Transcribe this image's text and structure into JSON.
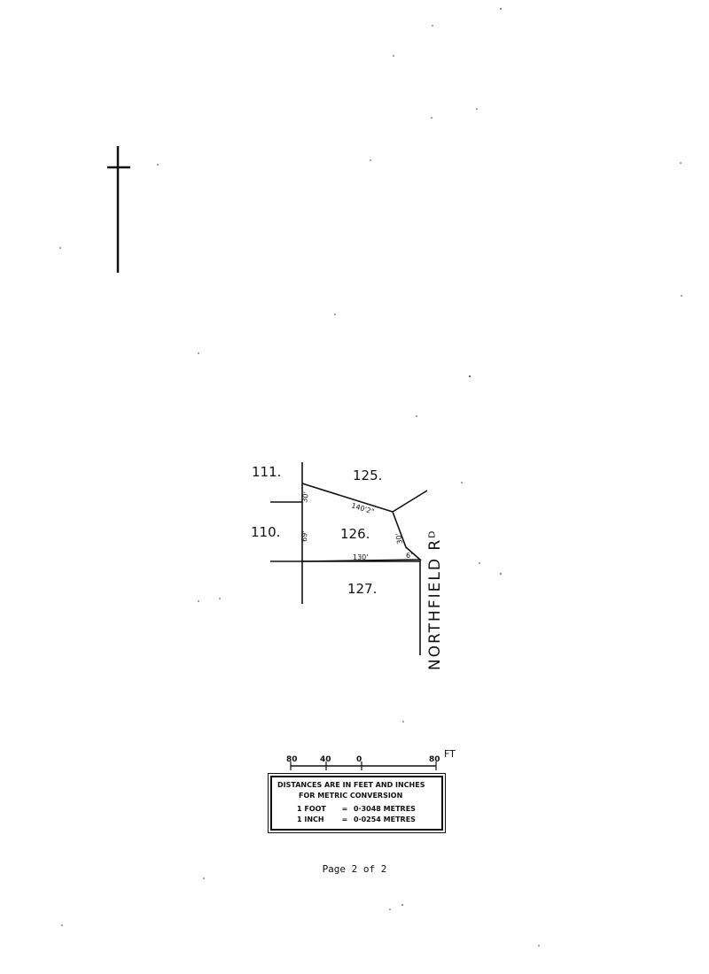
{
  "map": {
    "lots": {
      "lot_111": "111.",
      "lot_125": "125.",
      "lot_110": "110.",
      "lot_126": "126.",
      "lot_127": "127."
    },
    "dimensions": {
      "top_left": "30'",
      "top_edge": "140'2\"",
      "left_edge": "69'",
      "right_edge": "30'",
      "bottom_edge": "130'",
      "corner": "6'"
    },
    "road_name": "NORTHFIELD Rᴰ"
  },
  "scale": {
    "ticks": [
      "80",
      "40",
      "0",
      "80"
    ],
    "unit": "FT"
  },
  "legend": {
    "line1": "DISTANCES ARE IN FEET AND INCHES",
    "line2": "FOR METRIC CONVERSION",
    "foot_label": "1 FOOT",
    "foot_eq": "=",
    "foot_value": "0·3048 METRES",
    "inch_label": "1 INCH",
    "inch_eq": "=",
    "inch_value": "0·0254 METRES"
  },
  "footer": {
    "page_label": "Page 2 of 2"
  }
}
